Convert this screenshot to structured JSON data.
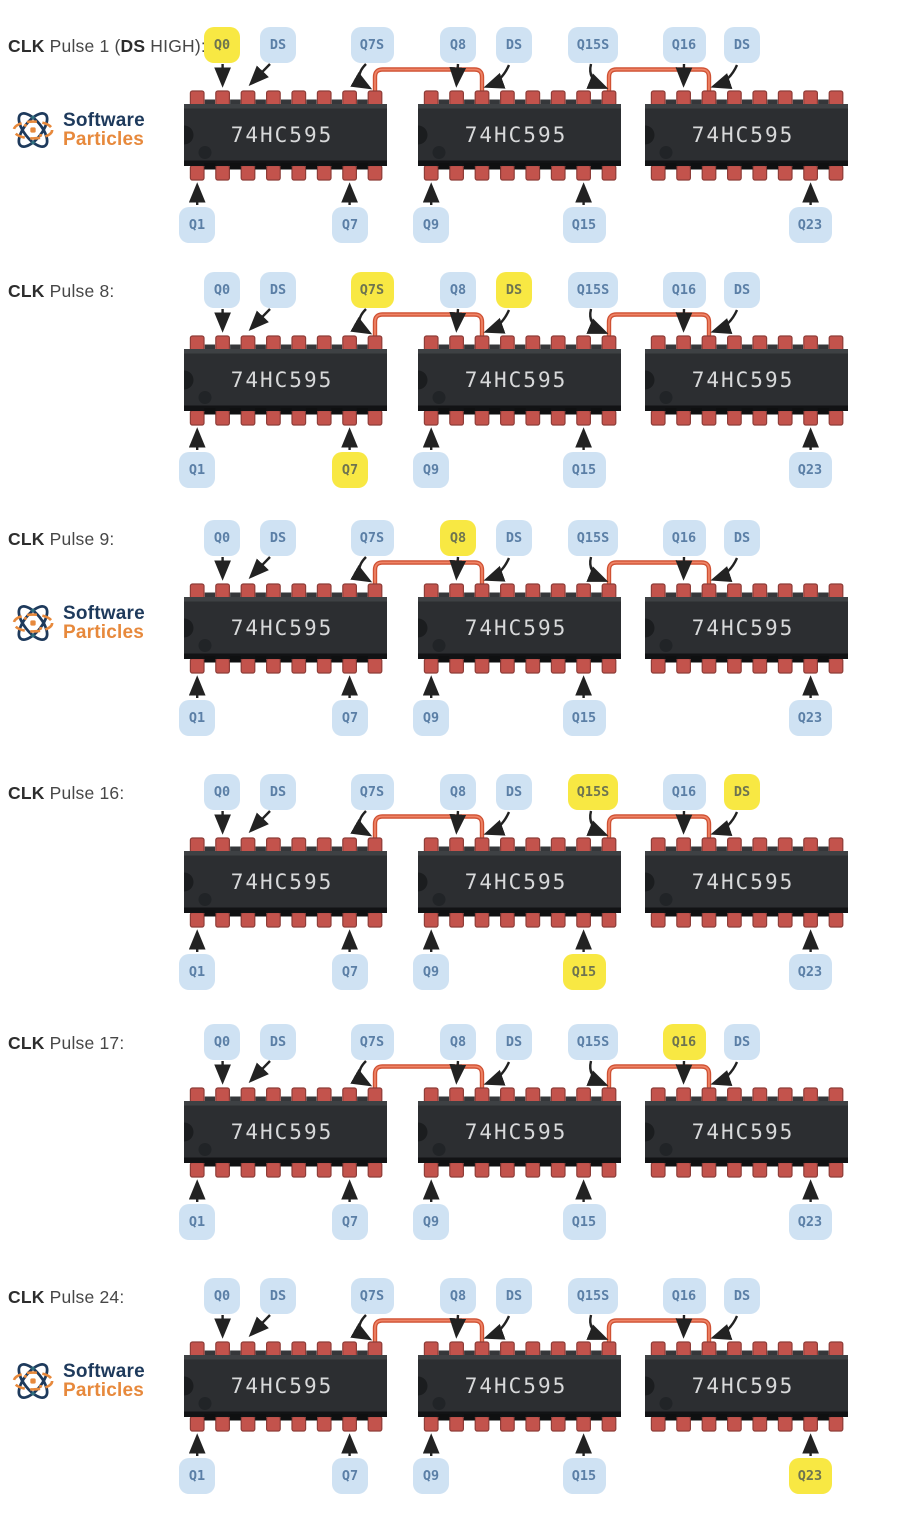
{
  "page": {
    "background": "#ffffff"
  },
  "logo": {
    "line1": "Software",
    "line2": "Particles"
  },
  "chip": {
    "label": "74HC595",
    "chips_per_row": 3
  },
  "top_labels": [
    "Q0",
    "DS",
    "Q7S",
    "Q8",
    "DS",
    "Q15S",
    "Q16",
    "DS"
  ],
  "bottom_labels": [
    "Q1",
    "Q7",
    "Q9",
    "Q15",
    "Q23"
  ],
  "rows": [
    {
      "title": [
        {
          "t": "CLK",
          "b": true
        },
        {
          "t": " Pulse 1 (",
          "b": false
        },
        {
          "t": "DS",
          "b": true
        },
        {
          "t": " HIGH):",
          "b": false
        }
      ],
      "logo": true,
      "top_highlights": [
        0
      ],
      "bottom_highlights": []
    },
    {
      "title": [
        {
          "t": "CLK",
          "b": true
        },
        {
          "t": " Pulse 8:",
          "b": false
        }
      ],
      "logo": false,
      "top_highlights": [
        2,
        4
      ],
      "bottom_highlights": [
        1
      ]
    },
    {
      "title": [
        {
          "t": "CLK",
          "b": true
        },
        {
          "t": " Pulse 9:",
          "b": false
        }
      ],
      "logo": true,
      "top_highlights": [
        3
      ],
      "bottom_highlights": []
    },
    {
      "title": [
        {
          "t": "CLK",
          "b": true
        },
        {
          "t": " Pulse 16:",
          "b": false
        }
      ],
      "logo": false,
      "top_highlights": [
        5,
        7
      ],
      "bottom_highlights": [
        3
      ]
    },
    {
      "title": [
        {
          "t": "CLK",
          "b": true
        },
        {
          "t": " Pulse 17:",
          "b": false
        }
      ],
      "logo": false,
      "top_highlights": [
        6
      ],
      "bottom_highlights": []
    },
    {
      "title": [
        {
          "t": "CLK",
          "b": true
        },
        {
          "t": " Pulse 24:",
          "b": false
        }
      ],
      "logo": true,
      "top_highlights": [],
      "bottom_highlights": [
        4
      ]
    }
  ],
  "colors": {
    "label_blue_bg": "#cfe2f3",
    "label_blue_text": "#5b7fa6",
    "label_yellow_bg": "#f8e843",
    "label_yellow_text": "#6e7450",
    "wire": "#cf5133",
    "wire_inner": "#ef8467",
    "arrow": "#222222",
    "chip_body": "#2c2e31",
    "chip_pin": "#c3534c",
    "chip_text": "#d8d9da",
    "logo_navy": "#1e3a5c",
    "logo_orange": "#e7893c"
  }
}
